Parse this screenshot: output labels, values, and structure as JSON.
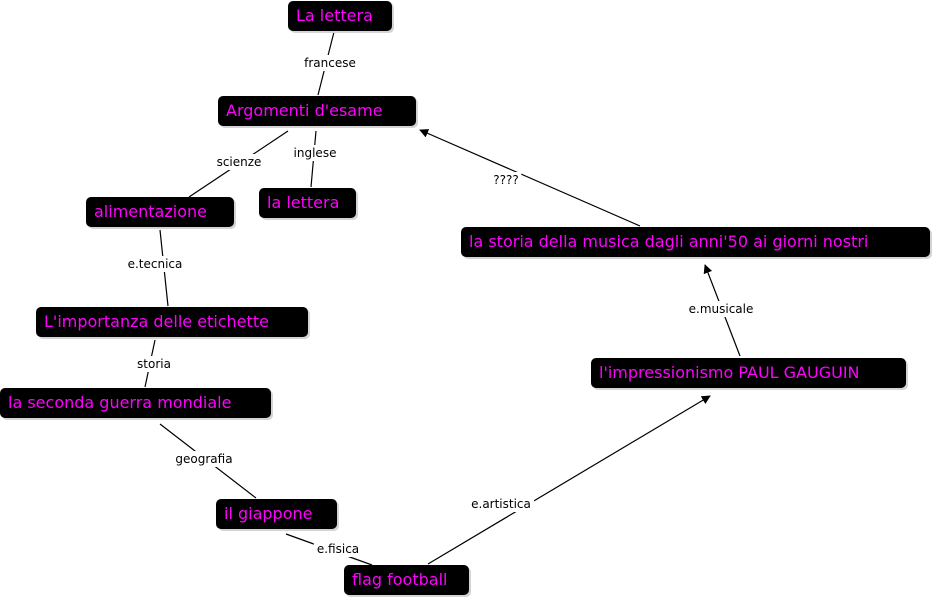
{
  "colors": {
    "node_background": "#000000",
    "node_text": "#ff00ff",
    "link_label_text": "#000000",
    "line": "#000000"
  },
  "nodes": {
    "la_lettera_top": "La lettera",
    "argomenti": "Argomenti d'esame",
    "alimentazione": "alimentazione",
    "la_lettera_inglese": "la lettera",
    "importanza": "L'importanza delle etichette",
    "seconda_guerra": "la seconda guerra mondiale",
    "giappone": "il giappone",
    "flag_football": "flag football",
    "impressionismo": "l'impressionismo PAUL GAUGUIN",
    "storia_musica": "la storia della musica dagli anni'50 ai giorni nostri"
  },
  "links": {
    "francese": "francese",
    "scienze": "scienze",
    "inglese": "inglese",
    "etecnica": "e.tecnica",
    "storia": "storia",
    "geografia": "geografia",
    "efisica": "e.fisica",
    "eartistica": "e.artistica",
    "emusicale": "e.musicale",
    "unknown": "????"
  }
}
